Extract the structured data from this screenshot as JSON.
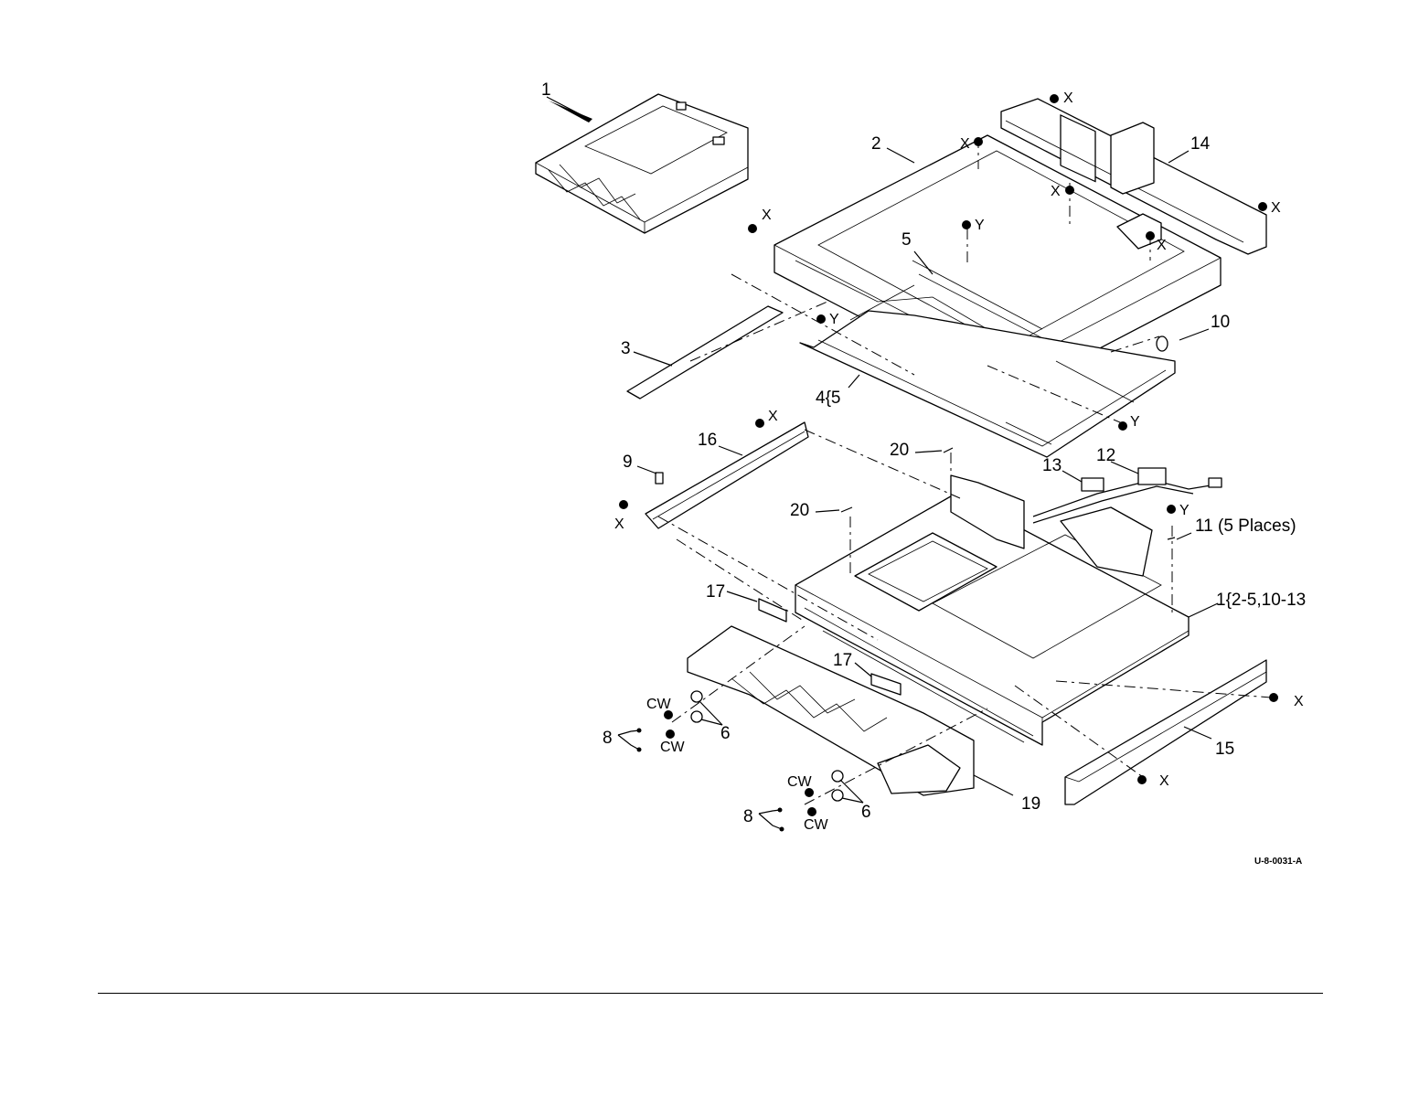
{
  "figure_id": "U-8-0031-A",
  "callouts": {
    "c1": "1",
    "c2": "2",
    "c3": "3",
    "c4": "4{5",
    "c5": "5",
    "c6a": "6",
    "c6b": "6",
    "c8a": "8",
    "c8b": "8",
    "c9": "9",
    "c10": "10",
    "c11": "11 (5 Places)",
    "c12": "12",
    "c13": "13",
    "c14": "14",
    "c15": "15",
    "c16": "16",
    "c17a": "17",
    "c17b": "17",
    "c19": "19",
    "c20a": "20",
    "c20b": "20",
    "c1b": "1{2-5,10-13"
  },
  "fasteners": {
    "x_label": "X",
    "y_label": "Y",
    "cw_label": "CW"
  }
}
